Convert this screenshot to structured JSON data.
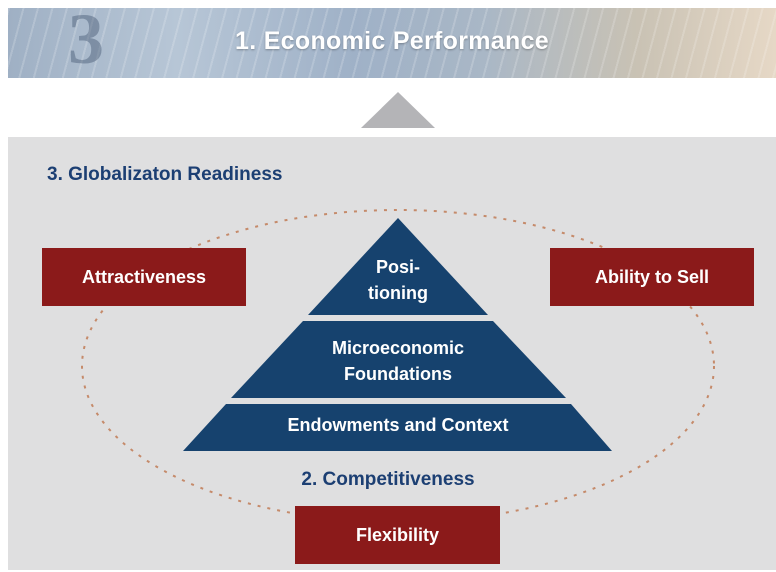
{
  "banner": {
    "title": "1. Economic Performance",
    "deco_glyph": "3"
  },
  "headings": {
    "globalization": "3. Globalizaton Readiness",
    "competitiveness": "2. Competitiveness"
  },
  "boxes": {
    "left": "Attractiveness",
    "right": "Ability to Sell",
    "bottom": "Flexibility"
  },
  "pyramid": {
    "top_line1": "Posi-",
    "top_line2": "tioning",
    "middle_line1": "Microeconomic",
    "middle_line2": "Foundations",
    "bottom": "Endowments and Context"
  },
  "colors": {
    "navy": "#1c3f73",
    "maroon": "#8b1a1a",
    "panel": "#dfdfe0",
    "dots": "#c58a6a",
    "arrow": "#b4b4b7"
  }
}
